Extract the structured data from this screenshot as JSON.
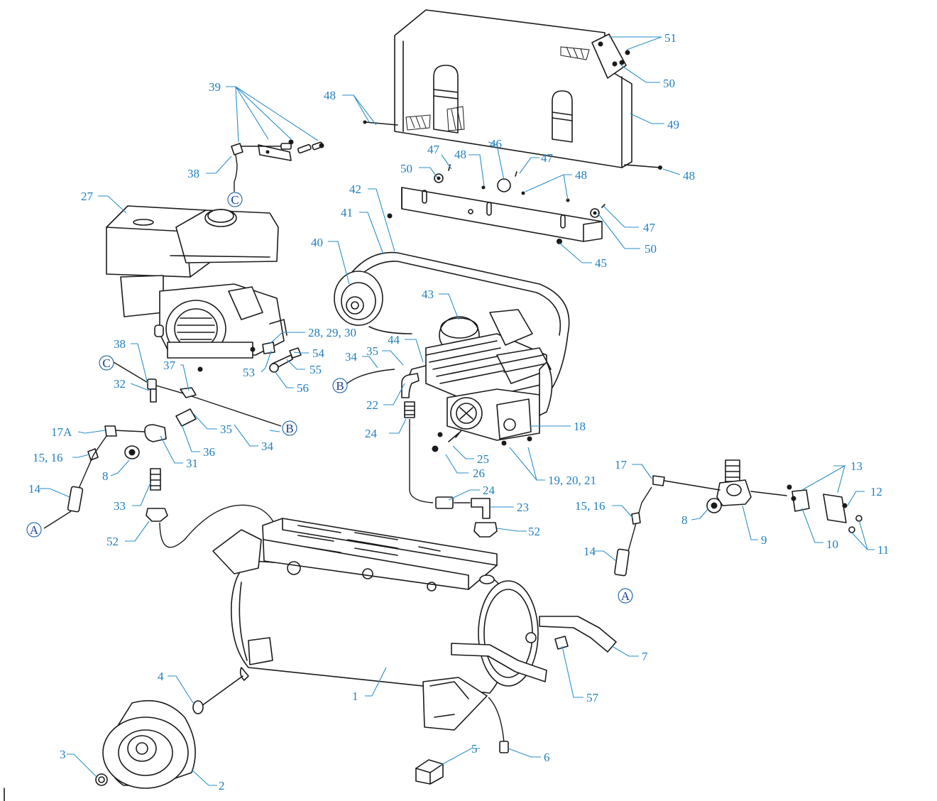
{
  "callouts": {
    "c51": "51",
    "c50a": "50",
    "c49": "49",
    "c48a": "48",
    "c48b": "48",
    "c47a": "47",
    "c48c": "48",
    "c46": "46",
    "c47b": "47",
    "c48d": "48",
    "c50b": "50",
    "c42": "42",
    "c41": "41",
    "c47c": "47",
    "c50c": "50",
    "c45": "45",
    "c40": "40",
    "c39": "39",
    "c38a": "38",
    "c27": "27",
    "c43": "43",
    "c28": "28, 29, 30",
    "c44": "44",
    "c35a": "35",
    "c34a": "34",
    "c54": "54",
    "c55": "55",
    "c53": "53",
    "c56": "56",
    "c38b": "38",
    "c37": "37",
    "c32": "32",
    "c22": "22",
    "c24a": "24",
    "c18": "18",
    "c17a": "17A",
    "c36": "36",
    "c35b": "35",
    "c34b": "34",
    "c25": "25",
    "c26": "26",
    "c19": "19, 20, 21",
    "c15a": "15, 16",
    "c8a": "8",
    "c31": "31",
    "c13": "13",
    "c17": "17",
    "c12": "12",
    "c14a": "14",
    "c33": "33",
    "c24b": "24",
    "c23": "23",
    "c15b": "15, 16",
    "c8b": "8",
    "c52a": "52",
    "c52b": "52",
    "c9": "9",
    "c10": "10",
    "c11": "11",
    "c14b": "14",
    "c7": "7",
    "c4": "4",
    "c57": "57",
    "c1": "1",
    "c5": "5",
    "c6": "6",
    "c3": "3",
    "c2": "2"
  },
  "connectors": {
    "c_top": "C",
    "c_left": "C",
    "b_left": "B",
    "b_right": "B",
    "a_left": "A",
    "a_right": "A"
  },
  "colors": {
    "callout": "#1f7fbf",
    "leader": "#2a8ec9",
    "connector": "#1a3d8f"
  }
}
